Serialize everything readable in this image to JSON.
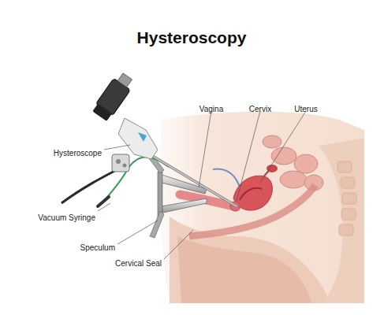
{
  "diagram": {
    "title": "Hysteroscopy",
    "labels": [
      "Vagina",
      "Cervix",
      "Uterus",
      "Hysteroscope",
      "Vacuum Syringe",
      "Speculum",
      "Cervical Seal"
    ]
  }
}
